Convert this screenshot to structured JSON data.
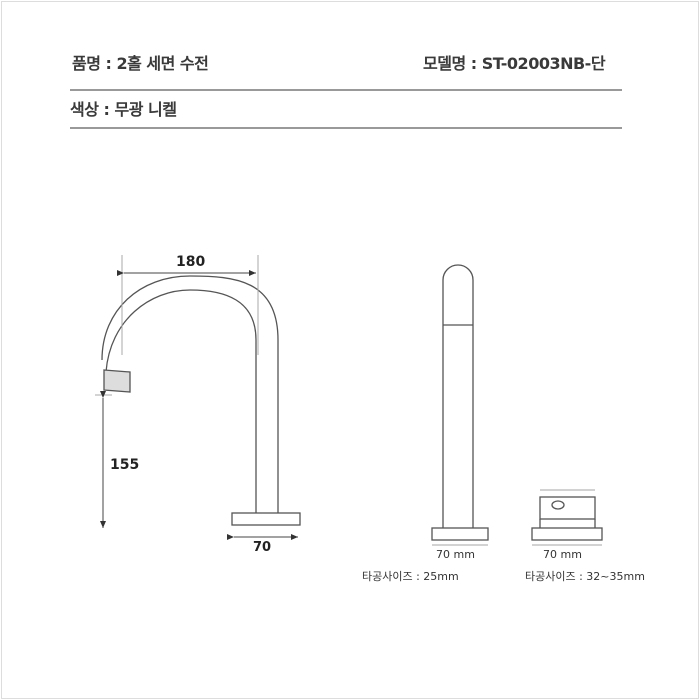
{
  "header": {
    "product_name": "품명 : 2홀 세면 수전",
    "model": "모델명 : ST-02003NB-단",
    "color": "색상 : 무광 니켈"
  },
  "dimensions": {
    "spout_reach": "180",
    "spout_height": "155",
    "spout_base": "70",
    "spout_base_mm": "70 mm",
    "handle_base_mm": "70 mm"
  },
  "notes": {
    "spout_hole": "타공사이즈 : 25mm",
    "handle_hole": "타공사이즈 : 32~35mm"
  }
}
